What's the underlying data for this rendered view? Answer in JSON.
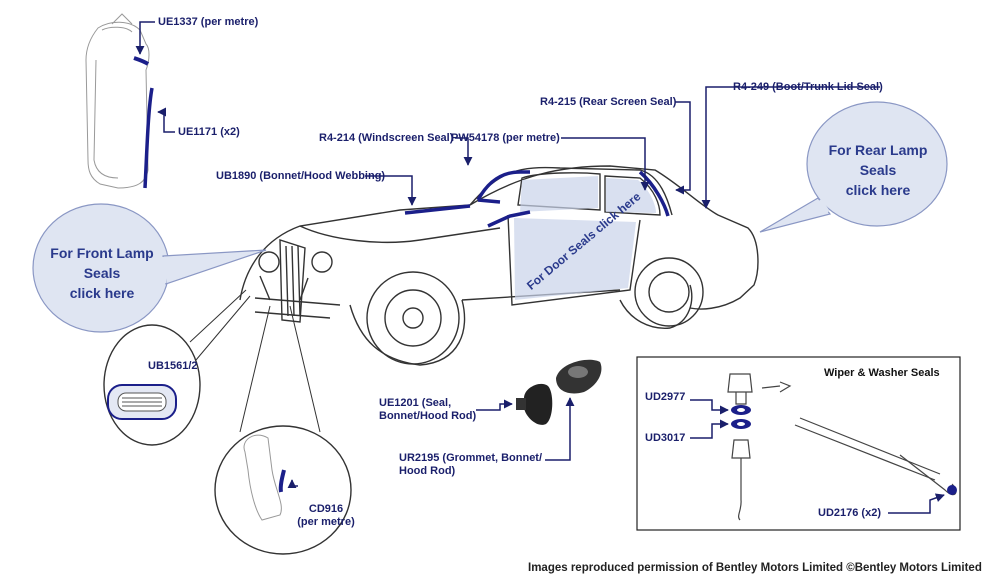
{
  "bubbles": {
    "front_lamp": [
      "For Front Lamp",
      "Seals",
      "click here"
    ],
    "rear_lamp": [
      "For Rear Lamp",
      "Seals",
      "click here"
    ],
    "door_seals": "For Door Seals click here"
  },
  "parts": {
    "ue1337": "UE1337 (per metre)",
    "ue1171": "UE1171 (x2)",
    "r4_214": "R4-214 (Windscreen Seal)",
    "ub1890": "UB1890 (Bonnet/Hood Webbing)",
    "pw54178": "PW54178 (per metre)",
    "r4_215": "R4-215 (Rear Screen Seal)",
    "r4_249": "R4-249 (Boot/Trunk Lid Seal)",
    "ub1561": "UB1561/2",
    "ue1201": [
      "UE1201 (Seal,",
      "Bonnet/Hood Rod)"
    ],
    "ur2195": [
      "UR2195 (Grommet, Bonnet/",
      "Hood Rod)"
    ],
    "cd916": [
      "CD916",
      "(per metre)"
    ],
    "ud2977": "UD2977",
    "ud3017": "UD3017",
    "ud2176": "UD2176 (x2)"
  },
  "wiper_box_title": "Wiper & Washer Seals",
  "footer": "Images reproduced permission of Bentley Motors Limited ©Bentley Motors Limited",
  "colors": {
    "label": "#1a1f6b",
    "seal_highlight": "#1b1f8a",
    "bubble_fill": "#dfe5f2",
    "bubble_stroke": "#8a97c4",
    "bubble_text": "#2a3a8c",
    "car_line": "#333333",
    "glass": "#c9d3ea"
  }
}
